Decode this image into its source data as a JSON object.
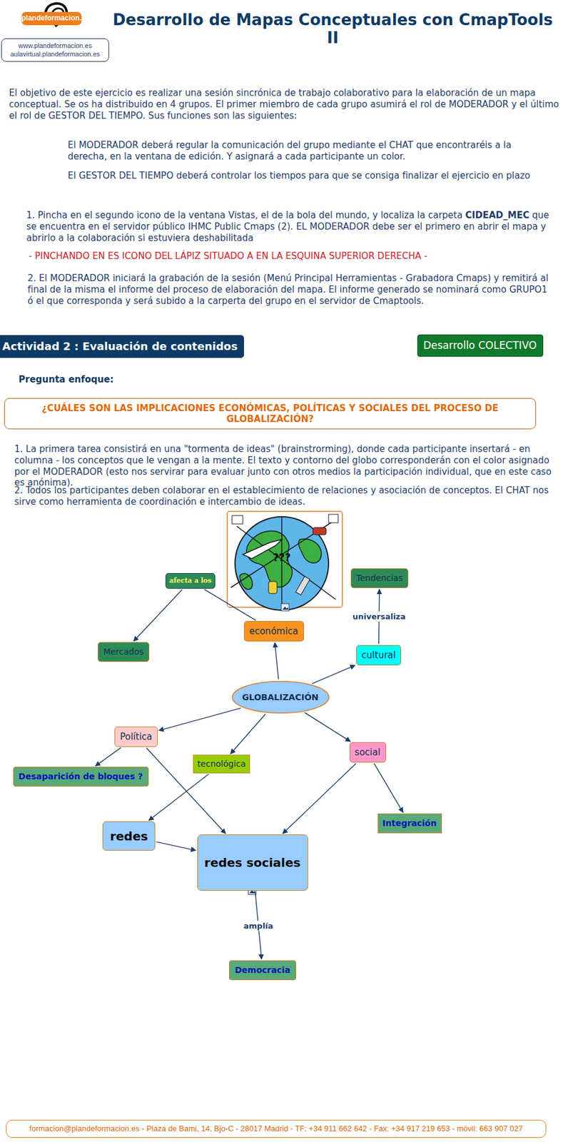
{
  "diagram": {
    "title": "Desarrollo de Mapas Conceptuales con CmapTools II",
    "nodes": [
      {
        "text": [
          "www.plandeformacion.es aulavirtual.plandeformacion.es"
        ]
      },
      {
        "text": [
          "Actividad 2 : Evaluación de contenidos"
        ]
      },
      {
        "text": [
          "Desarrollo COLECTIVO"
        ]
      },
      {
        "text": [
          "¿CUÁLES SON LAS IMPLICACIONES ECONÓMICAS, POLÍTICAS Y SOCIALES DEL PROCESO DE GLOBALIZACIÓN?"
        ]
      },
      {
        "text": [
          "afecta a los"
        ]
      },
      {
        "text": [
          "Tendencias"
        ]
      },
      {
        "text": [
          "económica"
        ]
      },
      {
        "text": [
          "Mercados"
        ]
      },
      {
        "text": [
          "cultural"
        ]
      },
      {
        "text": [
          "GLOBALIZACIÓN"
        ]
      },
      {
        "text": [
          "Política"
        ]
      },
      {
        "text": [
          "tecnológica"
        ]
      },
      {
        "text": [
          "social"
        ]
      },
      {
        "text": [
          "Desaparición de bloques ?"
        ]
      },
      {
        "text": [
          "redes"
        ]
      },
      {
        "text": [
          "Integración"
        ]
      },
      {
        "text": [
          "redes sociales"
        ]
      },
      {
        "text": [
          "Democracia"
        ]
      },
      {
        "text": [
          "formacion@plandeformacion.es - Plaza de Bami, 14, Bjo-C - 28017 Madrid - TF: +34 911 662 642 - Fax: +34 917 219 653 - móvil: 663 907 027"
        ]
      }
    ],
    "edges": [
      {
        "from": 9,
        "to": 6,
        "arrow": "to"
      },
      {
        "from": 9,
        "to": 8,
        "arrow": "to"
      },
      {
        "from": 9,
        "to": 10,
        "arrow": "to"
      },
      {
        "from": 9,
        "to": 11,
        "arrow": "to"
      },
      {
        "from": 9,
        "to": 12,
        "arrow": "to"
      },
      {
        "from": 8,
        "to": 5,
        "label": "universaliza",
        "arrow": "to"
      },
      {
        "from": 6,
        "to": 4,
        "arrow": "none"
      },
      {
        "from": 4,
        "to": 7,
        "arrow": "to"
      },
      {
        "from": 10,
        "to": 13,
        "arrow": "to"
      },
      {
        "from": 10,
        "to": 16,
        "arrow": "to"
      },
      {
        "from": 11,
        "to": 14,
        "arrow": "to"
      },
      {
        "from": 12,
        "to": 16,
        "arrow": "to"
      },
      {
        "from": 12,
        "to": 15,
        "arrow": "to"
      },
      {
        "from": 14,
        "to": 16,
        "arrow": "to"
      },
      {
        "from": 16,
        "to": 17,
        "label": "amplía",
        "arrow": "to"
      }
    ],
    "labels": [
      "plandeformacion.es",
      "El objetivo de este ejercicio es realizar una sesión sincrónica de trabajo colaborativo para la elaboración de un mapa conceptual. Se os ha distribuido en 4 grupos. El primer miembro de cada grupo asumirá el rol de MODERADOR y el último el rol de GESTOR DEL TIEMPO. Sus funciones son las siguientes:",
      "El MODERADOR deberá regular la comunicación del grupo mediante el CHAT que encontraréis a la derecha, en la ventana de edición. Y asignará a cada participante un color.",
      "El GESTOR DEL TIEMPO deberá controlar los tiempos para que se consiga finalizar el ejercicio en plazo",
      "1. Pincha en el segundo icono de la ventana Vistas, el de la bola del mundo, y localiza la carpeta",
      "CIDEAD_MEC",
      "que se encuentra en el servidor público IHMC Public Cmaps (2). EL MODERADOR debe ser el primero en abrir el mapa y abrirlo a la colaboración si estuviera deshabilitada",
      "- PINCHANDO EN ES ICONO DEL LÁPIZ SITUADO A EN LA ESQUINA SUPERIOR DERECHA -",
      "2. El MODERADOR iniciará la grabación de la sesión (Menú Principal Herramientas - Grabadora Cmaps) y remitirá al final de la misma el informe del proceso de elaboración del mapa. El informe generado se nominará como GRUPO1 ó el que corresponda y será subido a la carperta del grupo en el servidor de Cmaptools.",
      "Pregunta enfoque:",
      "1. La primera tarea consistirá en una \"tormenta de ideas\" (brainstrorming), donde cada participante insertará - en columna - los conceptos que le vengan a la mente. El texto y contorno del globo corresponderán con el color asignado por el MODERADOR (esto nos servirar para evaluar junto con otros medios la participación individual, que en este caso es anónima).",
      "2. Todos los participantes deben colaborar en el establecimiento de relaciones y asociación de conceptos. El CHAT nos sirve como herramienta de coordinación e intercambio de ideas.",
      "???"
    ]
  }
}
